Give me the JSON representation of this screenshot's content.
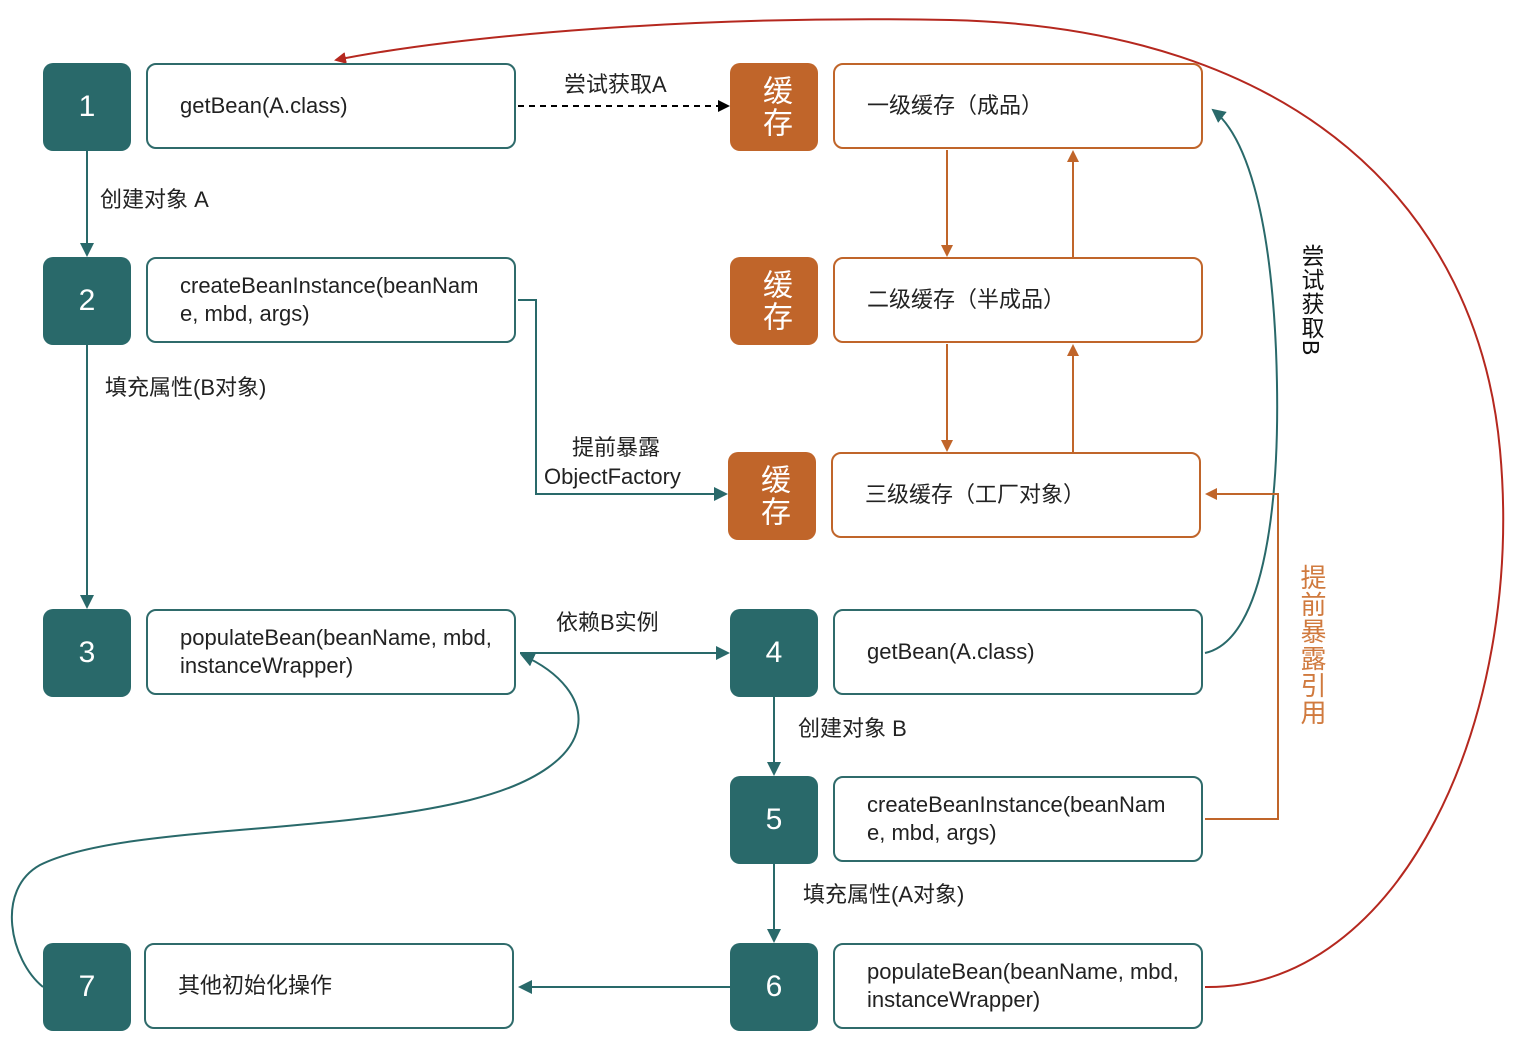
{
  "colors": {
    "teal": "#29696a",
    "orange": "#c0652a",
    "red": "#b5281f"
  },
  "steps": {
    "s1": "1",
    "s2": "2",
    "s3": "3",
    "s4": "4",
    "s5": "5",
    "s6": "6",
    "s7": "7"
  },
  "cache_label": "缓存",
  "boxes": {
    "b1": "getBean(A.class)",
    "b2": "createBeanInstance(beanName, mbd, args)",
    "b3": "populateBean(beanName, mbd, instanceWrapper)",
    "b4": "getBean(A.class)",
    "b5": "createBeanInstance(beanName, mbd, args)",
    "b6": "populateBean(beanName, mbd, instanceWrapper)",
    "b7": "其他初始化操作",
    "c1": "一级缓存（成品）",
    "c2": "二级缓存（半成品）",
    "c3": "三级缓存（工厂对象）"
  },
  "labels": {
    "try_get_a": "尝试获取A",
    "create_a": "创建对象 A",
    "fill_b": "填充属性(B对象)",
    "expose_1": "提前暴露",
    "expose_2": "ObjectFactory",
    "depend_b": "依赖B实例",
    "create_b": "创建对象 B",
    "fill_a": "填充属性(A对象)",
    "try_get_b": "尝试获取B",
    "expose_ref": "提前暴露引用"
  }
}
